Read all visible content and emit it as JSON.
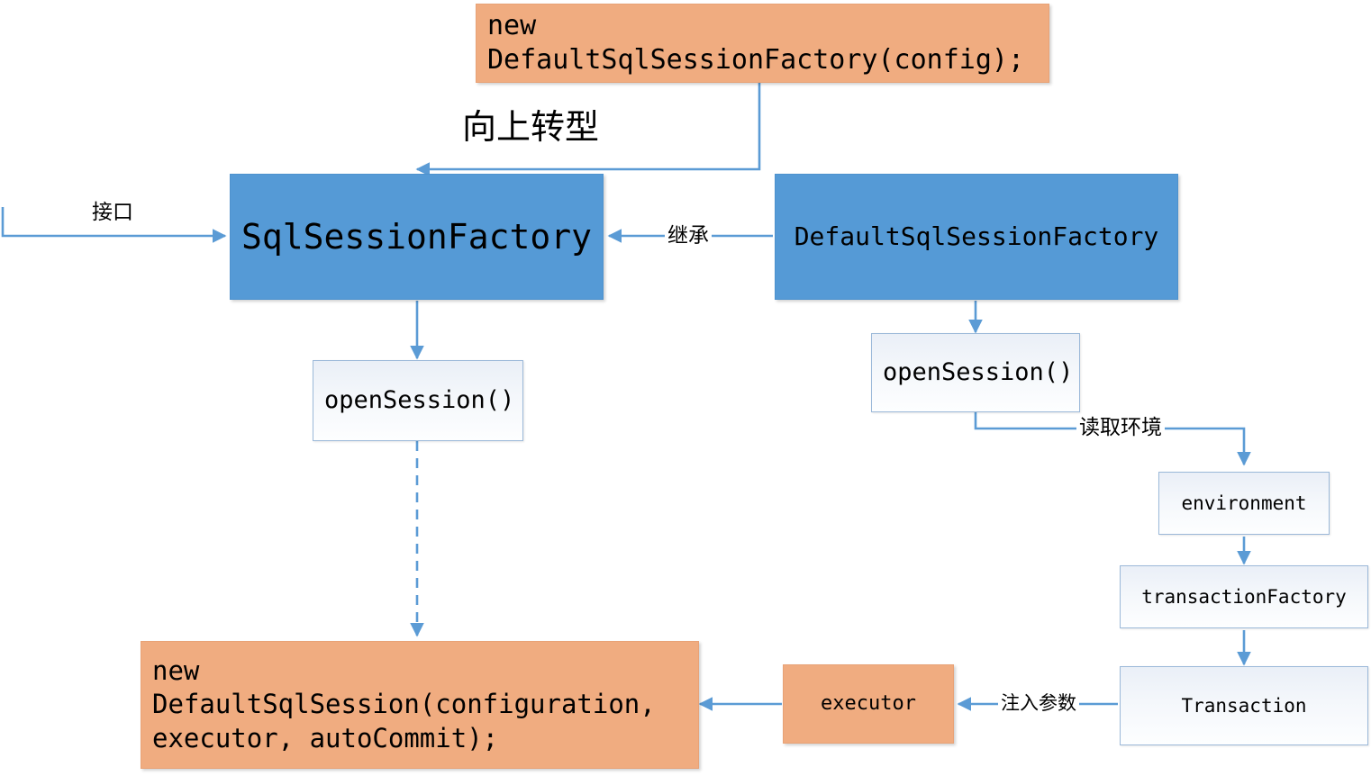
{
  "diagram": {
    "title": "MyBatis SqlSessionFactory openSession flow",
    "colors": {
      "orange_fill": "#F0AC80",
      "blue_fill": "#559AD6",
      "light_fill": "#F2F6FB",
      "connector": "#5B9BD5",
      "text": "#000000",
      "background": "#FFFFFF"
    },
    "nodes": [
      {
        "id": "new_factory",
        "text": "new DefaultSqlSessionFactory(config);",
        "style": "orange",
        "align": "left"
      },
      {
        "id": "sql_session_factory",
        "text": "SqlSessionFactory",
        "style": "blue",
        "align": "center"
      },
      {
        "id": "default_factory",
        "text": "DefaultSqlSessionFactory",
        "style": "blue",
        "align": "center"
      },
      {
        "id": "open_session_left",
        "text": "openSession()",
        "style": "light",
        "align": "left"
      },
      {
        "id": "open_session_right",
        "text": "openSession()",
        "style": "light",
        "align": "left"
      },
      {
        "id": "environment",
        "text": "environment",
        "style": "light",
        "align": "center"
      },
      {
        "id": "transaction_factory",
        "text": "transactionFactory",
        "style": "light",
        "align": "center"
      },
      {
        "id": "transaction",
        "text": "Transaction",
        "style": "light",
        "align": "center"
      },
      {
        "id": "executor",
        "text": "executor",
        "style": "orange",
        "align": "center"
      },
      {
        "id": "new_session",
        "text": "new DefaultSqlSession(configuration,\nexecutor, autoCommit);",
        "style": "orange",
        "align": "left"
      }
    ],
    "edge_labels": {
      "upcast": "向上转型",
      "interface": "接口",
      "inherit": "继承",
      "read_environment": "读取环境",
      "inject_params": "注入参数"
    }
  }
}
